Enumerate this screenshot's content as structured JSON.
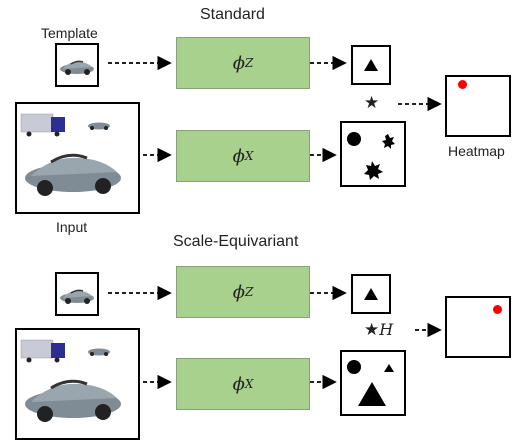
{
  "standard": {
    "title": "Standard",
    "template_label": "Template",
    "input_label": "Input",
    "phi_z": "ϕ",
    "phi_z_sub": "Z",
    "phi_x": "ϕ",
    "phi_x_sub": "X",
    "op_symbol": "★",
    "output_label": "Heatmap"
  },
  "scale_equivariant": {
    "title": "Scale-Equivariant",
    "phi_z": "ϕ",
    "phi_z_sub": "Z",
    "phi_x": "ϕ",
    "phi_x_sub": "X",
    "op_symbol": "★",
    "op_subscript": "H"
  },
  "colors": {
    "feature_block": "#a9d18e",
    "peak": "#ff0000",
    "car": "#7f8c95",
    "truck_cab": "#2c2f8f",
    "truck_trailer": "#c8cbd6"
  },
  "icons": [
    "car-icon",
    "truck-icon",
    "triangle-icon",
    "circle-icon",
    "starburst-icon",
    "star-icon"
  ]
}
